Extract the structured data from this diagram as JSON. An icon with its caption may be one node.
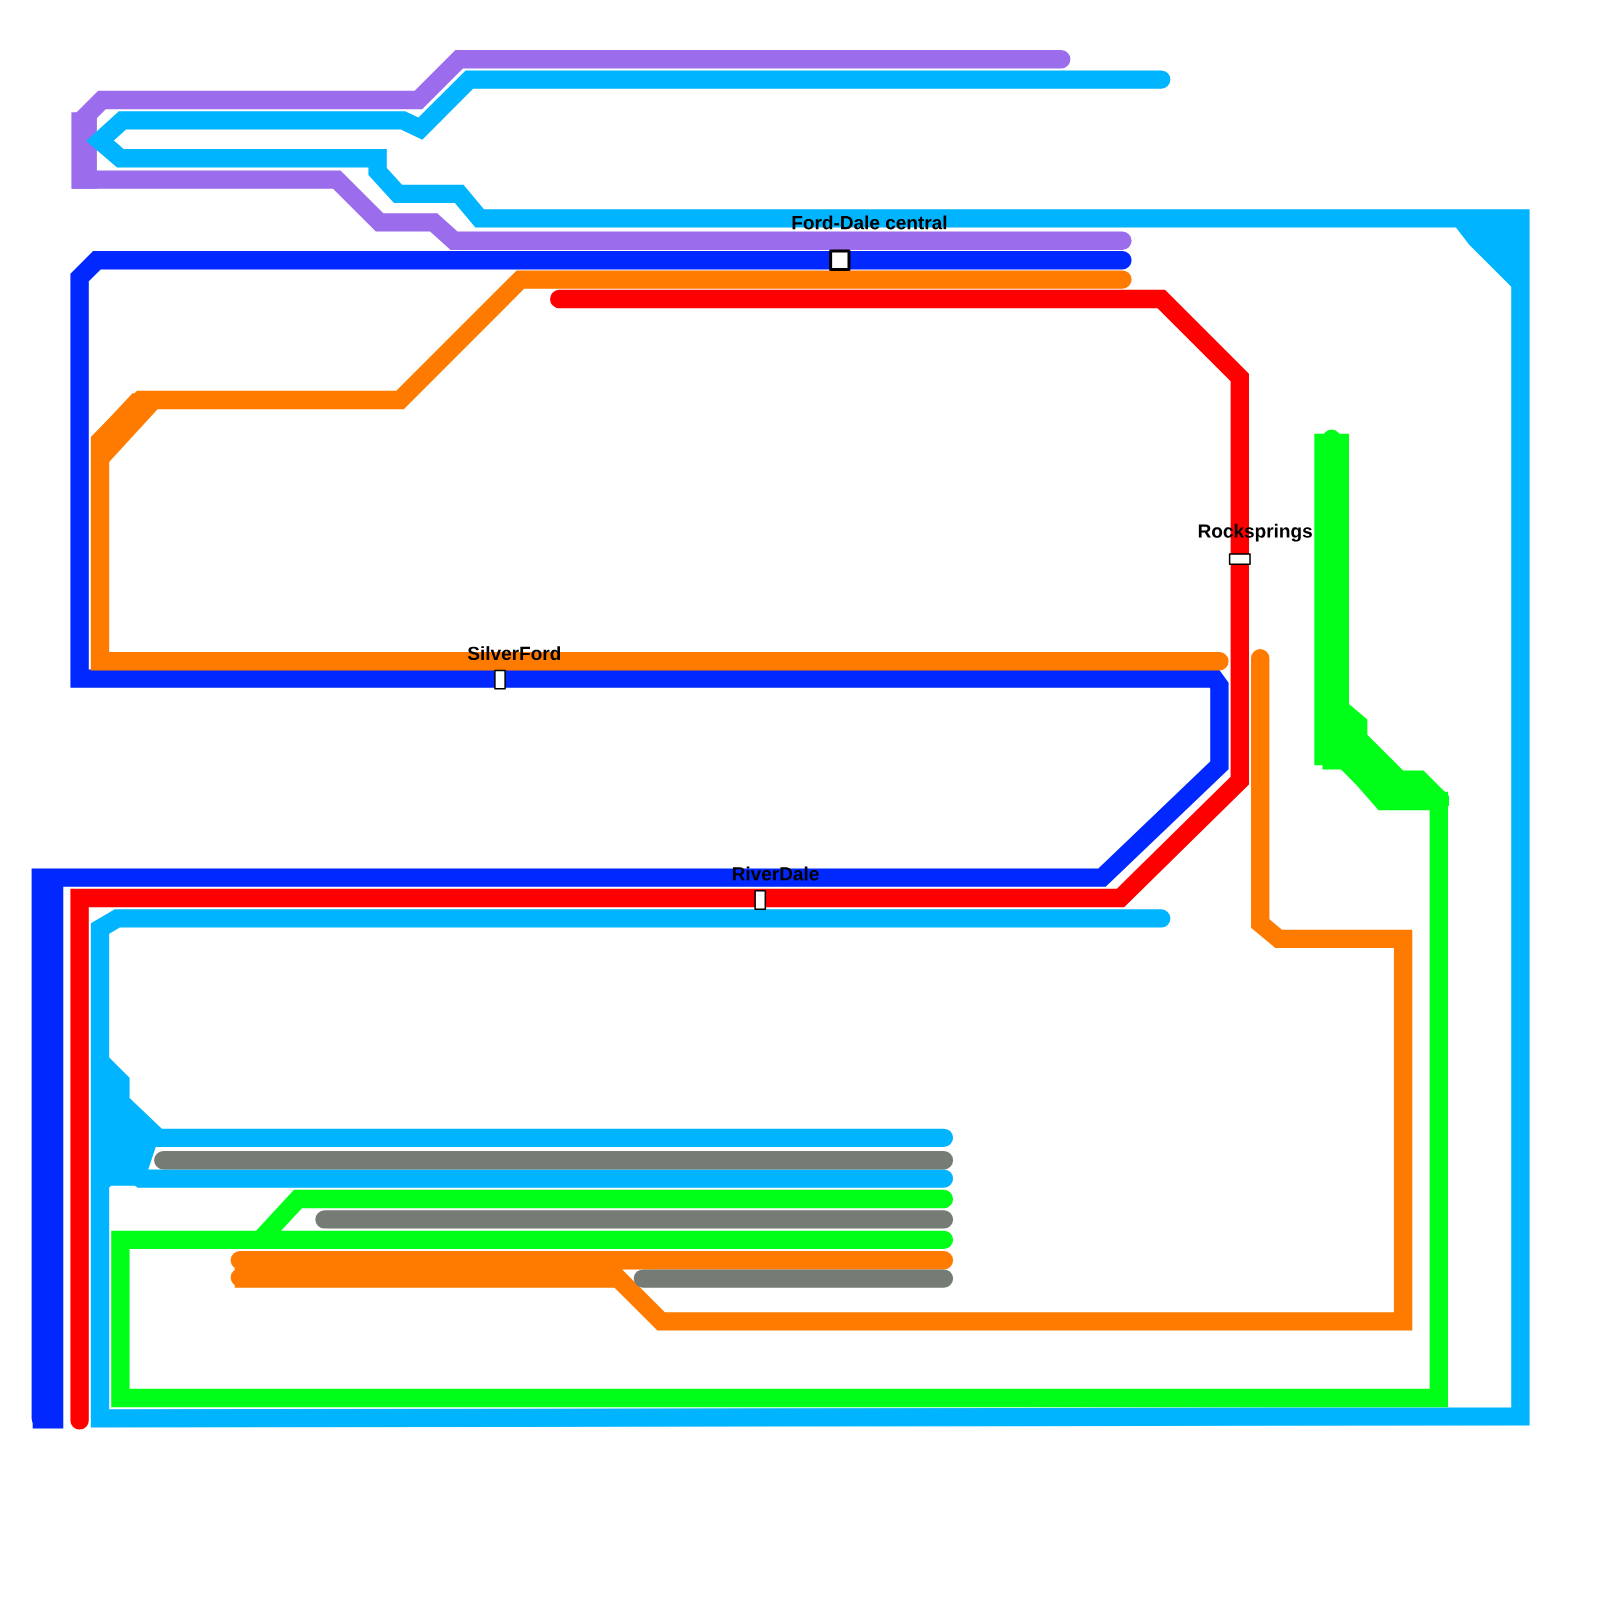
{
  "diagram": {
    "nodes": [
      {
        "text": [
          "Ford-Dale central"
        ]
      },
      {
        "text": [
          "Rocksprings"
        ]
      },
      {
        "text": [
          "SilverFord"
        ]
      },
      {
        "text": [
          "RiverDale"
        ]
      }
    ]
  }
}
